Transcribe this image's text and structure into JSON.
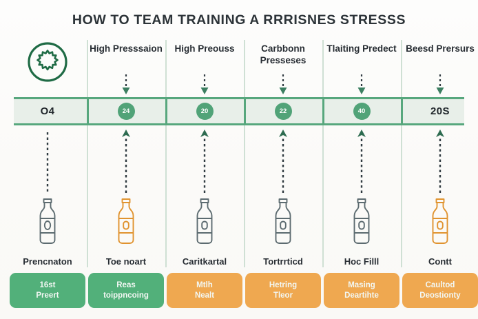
{
  "title": "HOW TO TEAM TRAINING A RRRISNES STRESSS",
  "colors": {
    "band_border": "#57a77d",
    "band_fill": "#e8efe9",
    "bubble": "#51a378",
    "card_green": "#52b07a",
    "card_orange": "#efa850",
    "gear_stroke": "#1f6b45",
    "bottle_gray": "#5c6b70",
    "bottle_orange": "#e0932f",
    "divider": "#cfe0d4",
    "title_text": "#2c3338"
  },
  "columns": [
    {
      "header": "",
      "header_icon": "gear-icon",
      "has_down_arrow": false,
      "band_value": "O4",
      "band_style": "text",
      "up_arrow_style": "plain-dotted",
      "bottle_color": "gray",
      "bottle_label": "Prencnaton",
      "card_color": "green",
      "card_lines": [
        "16st",
        "Preert"
      ]
    },
    {
      "header": "High Presssaion",
      "header_icon": "",
      "has_down_arrow": true,
      "band_value": "24",
      "band_style": "bubble",
      "up_arrow_style": "arrowhead-dotted",
      "bottle_color": "orange",
      "bottle_label": "Toe noart",
      "card_color": "green",
      "card_lines": [
        "Reas",
        "toippncoing"
      ]
    },
    {
      "header": "High Preouss",
      "header_icon": "",
      "has_down_arrow": true,
      "band_value": "20",
      "band_style": "bubble",
      "up_arrow_style": "arrowhead-dotted",
      "bottle_color": "gray",
      "bottle_label": "Caritkartal",
      "card_color": "orange",
      "card_lines": [
        "Mtlh",
        "Nealt"
      ]
    },
    {
      "header": "Carbbonn Presseses",
      "header_icon": "",
      "has_down_arrow": true,
      "band_value": "22",
      "band_style": "bubble",
      "up_arrow_style": "arrowhead-dotted",
      "bottle_color": "gray",
      "bottle_label": "Tortrrticd",
      "card_color": "orange",
      "card_lines": [
        "Hetring",
        "Tleor"
      ]
    },
    {
      "header": "Tlaiting Predect",
      "header_icon": "",
      "has_down_arrow": true,
      "band_value": "40",
      "band_style": "bubble",
      "up_arrow_style": "arrowhead-dotted",
      "bottle_color": "gray",
      "bottle_label": "Hoc Filll",
      "card_color": "orange",
      "card_lines": [
        "Masing",
        "Deartihte"
      ]
    },
    {
      "header": "Beesd Prersurs",
      "header_icon": "",
      "has_down_arrow": true,
      "band_value": "20S",
      "band_style": "text",
      "up_arrow_style": "arrowhead-dotted",
      "bottle_color": "orange",
      "bottle_label": "Contt",
      "card_color": "orange",
      "card_lines": [
        "Caultod",
        "Deostionty"
      ]
    }
  ]
}
